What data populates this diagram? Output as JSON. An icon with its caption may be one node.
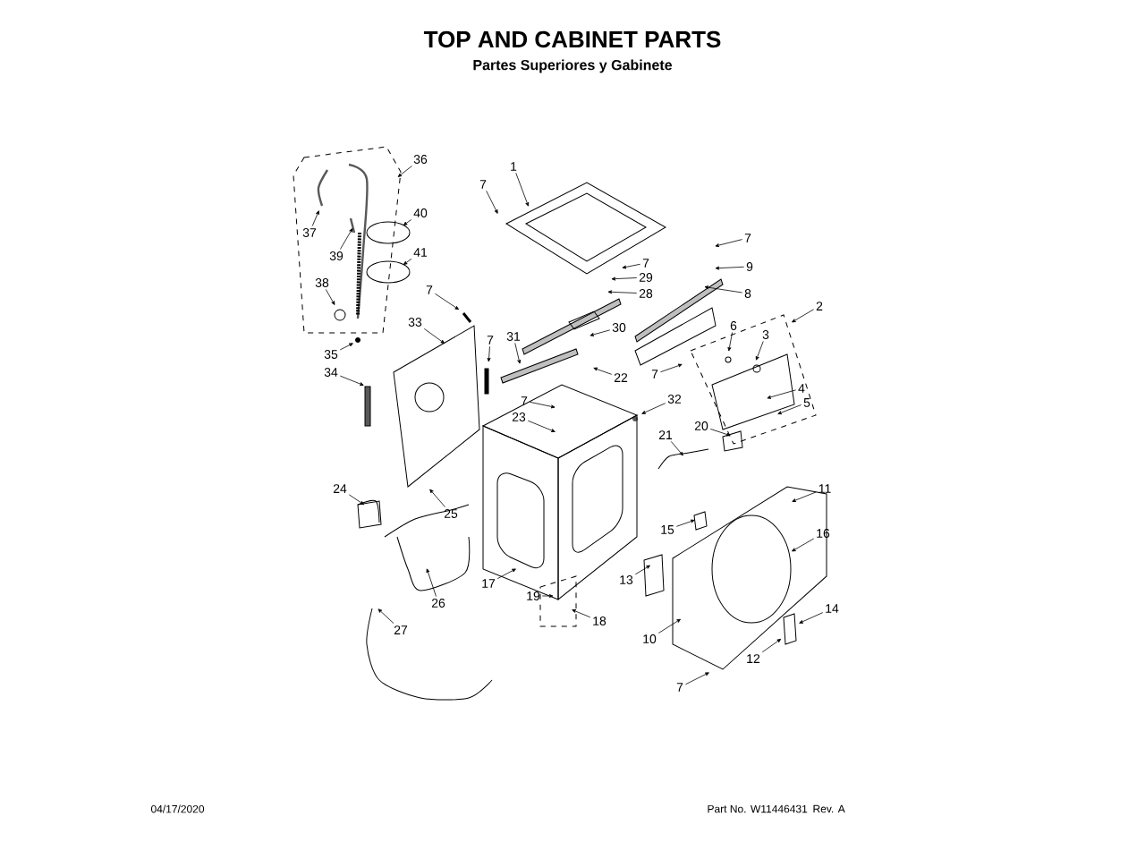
{
  "diagram": {
    "title": "TOP AND CABINET PARTS",
    "nodes": [
      {
        "text": [
          "36"
        ]
      },
      {
        "text": [
          "37"
        ]
      },
      {
        "text": [
          "39"
        ]
      },
      {
        "text": [
          "40"
        ]
      },
      {
        "text": [
          "41"
        ]
      },
      {
        "text": [
          "38"
        ]
      },
      {
        "text": [
          "7"
        ]
      },
      {
        "text": [
          "33"
        ]
      },
      {
        "text": [
          "35"
        ]
      },
      {
        "text": [
          "34"
        ]
      },
      {
        "text": [
          "7"
        ]
      },
      {
        "text": [
          "31"
        ]
      },
      {
        "text": [
          "7"
        ]
      },
      {
        "text": [
          "23"
        ]
      },
      {
        "text": [
          "7"
        ]
      },
      {
        "text": [
          "1"
        ]
      },
      {
        "text": [
          "7"
        ]
      },
      {
        "text": [
          "29"
        ]
      },
      {
        "text": [
          "28"
        ]
      },
      {
        "text": [
          "30"
        ]
      },
      {
        "text": [
          "22"
        ]
      },
      {
        "text": [
          "7"
        ]
      },
      {
        "text": [
          "9"
        ]
      },
      {
        "text": [
          "8"
        ]
      },
      {
        "text": [
          "2"
        ]
      },
      {
        "text": [
          "6"
        ]
      },
      {
        "text": [
          "3"
        ]
      },
      {
        "text": [
          "7"
        ]
      },
      {
        "text": [
          "32"
        ]
      },
      {
        "text": [
          "4"
        ]
      },
      {
        "text": [
          "5"
        ]
      },
      {
        "text": [
          "20"
        ]
      },
      {
        "text": [
          "21"
        ]
      },
      {
        "text": [
          "24"
        ]
      },
      {
        "text": [
          "25"
        ]
      },
      {
        "text": [
          "26"
        ]
      },
      {
        "text": [
          "27"
        ]
      },
      {
        "text": [
          "17"
        ]
      },
      {
        "text": [
          "19"
        ]
      },
      {
        "text": [
          "18"
        ]
      },
      {
        "text": [
          "11"
        ]
      },
      {
        "text": [
          "15"
        ]
      },
      {
        "text": [
          "16"
        ]
      },
      {
        "text": [
          "13"
        ]
      },
      {
        "text": [
          "14"
        ]
      },
      {
        "text": [
          "10"
        ]
      },
      {
        "text": [
          "12"
        ]
      },
      {
        "text": [
          "7"
        ]
      }
    ],
    "edges": [
      {
        "from": 0,
        "to": null,
        "arrow": "to"
      },
      {
        "from": 1,
        "to": null,
        "arrow": "to"
      },
      {
        "from": 2,
        "to": null,
        "arrow": "to"
      },
      {
        "from": 3,
        "to": null,
        "arrow": "to"
      },
      {
        "from": 4,
        "to": null,
        "arrow": "to"
      },
      {
        "from": 5,
        "to": null,
        "arrow": "to"
      },
      {
        "from": 6,
        "to": null,
        "arrow": "to"
      },
      {
        "from": 7,
        "to": null,
        "arrow": "to"
      },
      {
        "from": 8,
        "to": null,
        "arrow": "to"
      },
      {
        "from": 9,
        "to": null,
        "arrow": "to"
      },
      {
        "from": 10,
        "to": null,
        "arrow": "to"
      },
      {
        "from": 11,
        "to": null,
        "arrow": "to"
      },
      {
        "from": 12,
        "to": null,
        "arrow": "to"
      },
      {
        "from": 13,
        "to": null,
        "arrow": "to"
      },
      {
        "from": 14,
        "to": null,
        "arrow": "to"
      },
      {
        "from": 15,
        "to": null,
        "arrow": "to"
      },
      {
        "from": 16,
        "to": null,
        "arrow": "to"
      },
      {
        "from": 17,
        "to": null,
        "arrow": "to"
      },
      {
        "from": 18,
        "to": null,
        "arrow": "to"
      },
      {
        "from": 19,
        "to": null,
        "arrow": "to"
      },
      {
        "from": 20,
        "to": null,
        "arrow": "to"
      },
      {
        "from": 21,
        "to": null,
        "arrow": "to"
      },
      {
        "from": 22,
        "to": null,
        "arrow": "to"
      },
      {
        "from": 23,
        "to": null,
        "arrow": "to"
      },
      {
        "from": 24,
        "to": null,
        "arrow": "to"
      },
      {
        "from": 25,
        "to": null,
        "arrow": "to"
      },
      {
        "from": 26,
        "to": null,
        "arrow": "to"
      },
      {
        "from": 27,
        "to": null,
        "arrow": "to"
      },
      {
        "from": 28,
        "to": null,
        "arrow": "to"
      },
      {
        "from": 29,
        "to": null,
        "arrow": "to"
      },
      {
        "from": 30,
        "to": null,
        "arrow": "to"
      },
      {
        "from": 31,
        "to": null,
        "arrow": "to"
      },
      {
        "from": 32,
        "to": null,
        "arrow": "to"
      },
      {
        "from": 33,
        "to": null,
        "arrow": "to"
      },
      {
        "from": 34,
        "to": null,
        "arrow": "to"
      },
      {
        "from": 35,
        "to": null,
        "arrow": "to"
      },
      {
        "from": 36,
        "to": null,
        "arrow": "to"
      },
      {
        "from": 37,
        "to": null,
        "arrow": "to"
      },
      {
        "from": 38,
        "to": null,
        "arrow": "to"
      },
      {
        "from": 39,
        "to": null,
        "arrow": "to"
      },
      {
        "from": 40,
        "to": null,
        "arrow": "to"
      },
      {
        "from": 41,
        "to": null,
        "arrow": "to"
      },
      {
        "from": 42,
        "to": null,
        "arrow": "to"
      },
      {
        "from": 43,
        "to": null,
        "arrow": "to"
      },
      {
        "from": 44,
        "to": null,
        "arrow": "to"
      },
      {
        "from": 45,
        "to": null,
        "arrow": "to"
      },
      {
        "from": 46,
        "to": null,
        "arrow": "to"
      },
      {
        "from": 47,
        "to": null,
        "arrow": "to"
      }
    ],
    "labels": [
      "Partes Superiores y Gabinete",
      "04/17/2020",
      "Part No.  W11446431",
      "Rev. A"
    ]
  }
}
